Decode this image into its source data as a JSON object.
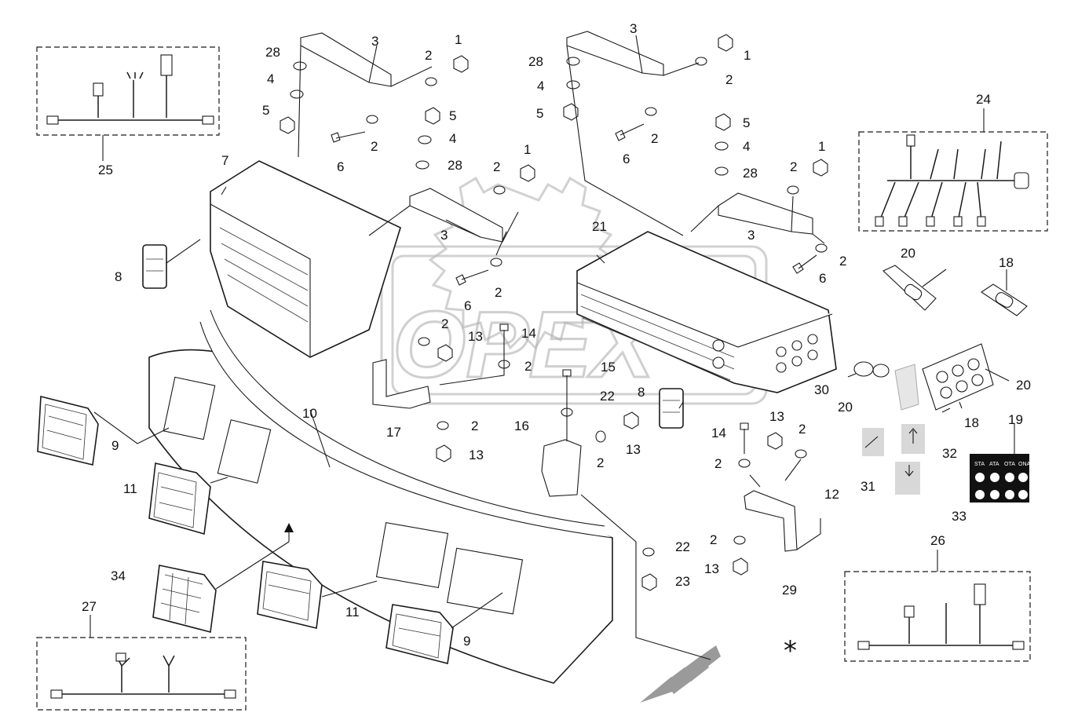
{
  "diagram": {
    "watermark": "OPEX",
    "callouts": [
      "1",
      "2",
      "3",
      "4",
      "5",
      "6",
      "7",
      "8",
      "9",
      "10",
      "11",
      "12",
      "13",
      "14",
      "15",
      "16",
      "17",
      "18",
      "19",
      "20",
      "21",
      "22",
      "23",
      "24",
      "25",
      "26",
      "27",
      "28",
      "29",
      "30",
      "31",
      "32",
      "33",
      "34"
    ],
    "note_symbol": "*",
    "decal_19_labels": [
      "STA",
      "ATA",
      "OTA",
      "ONA"
    ],
    "colors": {
      "line": "#1a1a1a",
      "watermark": "#b0b0b0",
      "background": "#ffffff"
    }
  }
}
